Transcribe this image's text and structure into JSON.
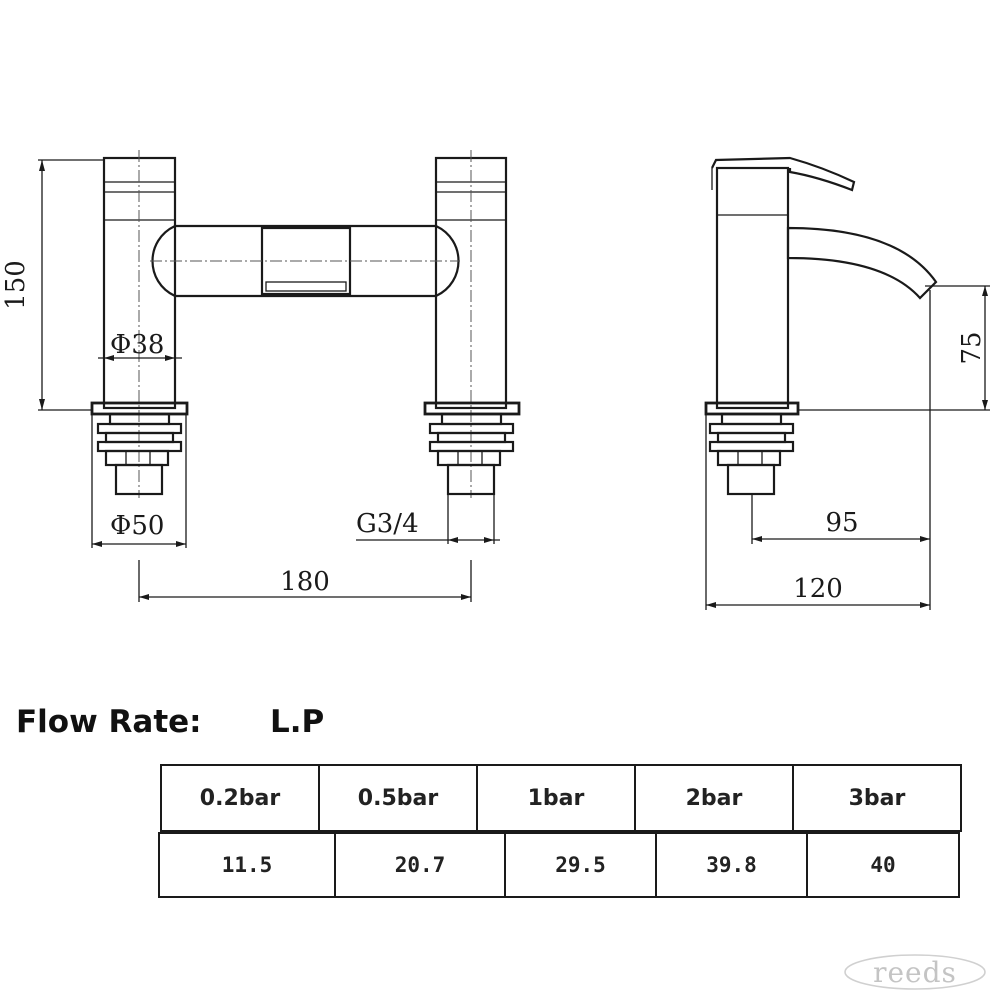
{
  "drawing": {
    "front": {
      "height_label": "150",
      "body_diameter_label": "Φ38",
      "base_diameter_label": "Φ50",
      "thread_label": "G3/4",
      "centres_label": "180"
    },
    "side": {
      "spout_height_label": "75",
      "reach_label": "95",
      "depth_label": "120"
    }
  },
  "flow_rate": {
    "title": "Flow Rate:",
    "unit": "L.P",
    "headers": [
      "0.2bar",
      "0.5bar",
      "1bar",
      "2bar",
      "3bar"
    ],
    "values": [
      "11.5",
      "20.7",
      "29.5",
      "39.8",
      "40"
    ]
  },
  "watermark": {
    "text": "reeds"
  }
}
